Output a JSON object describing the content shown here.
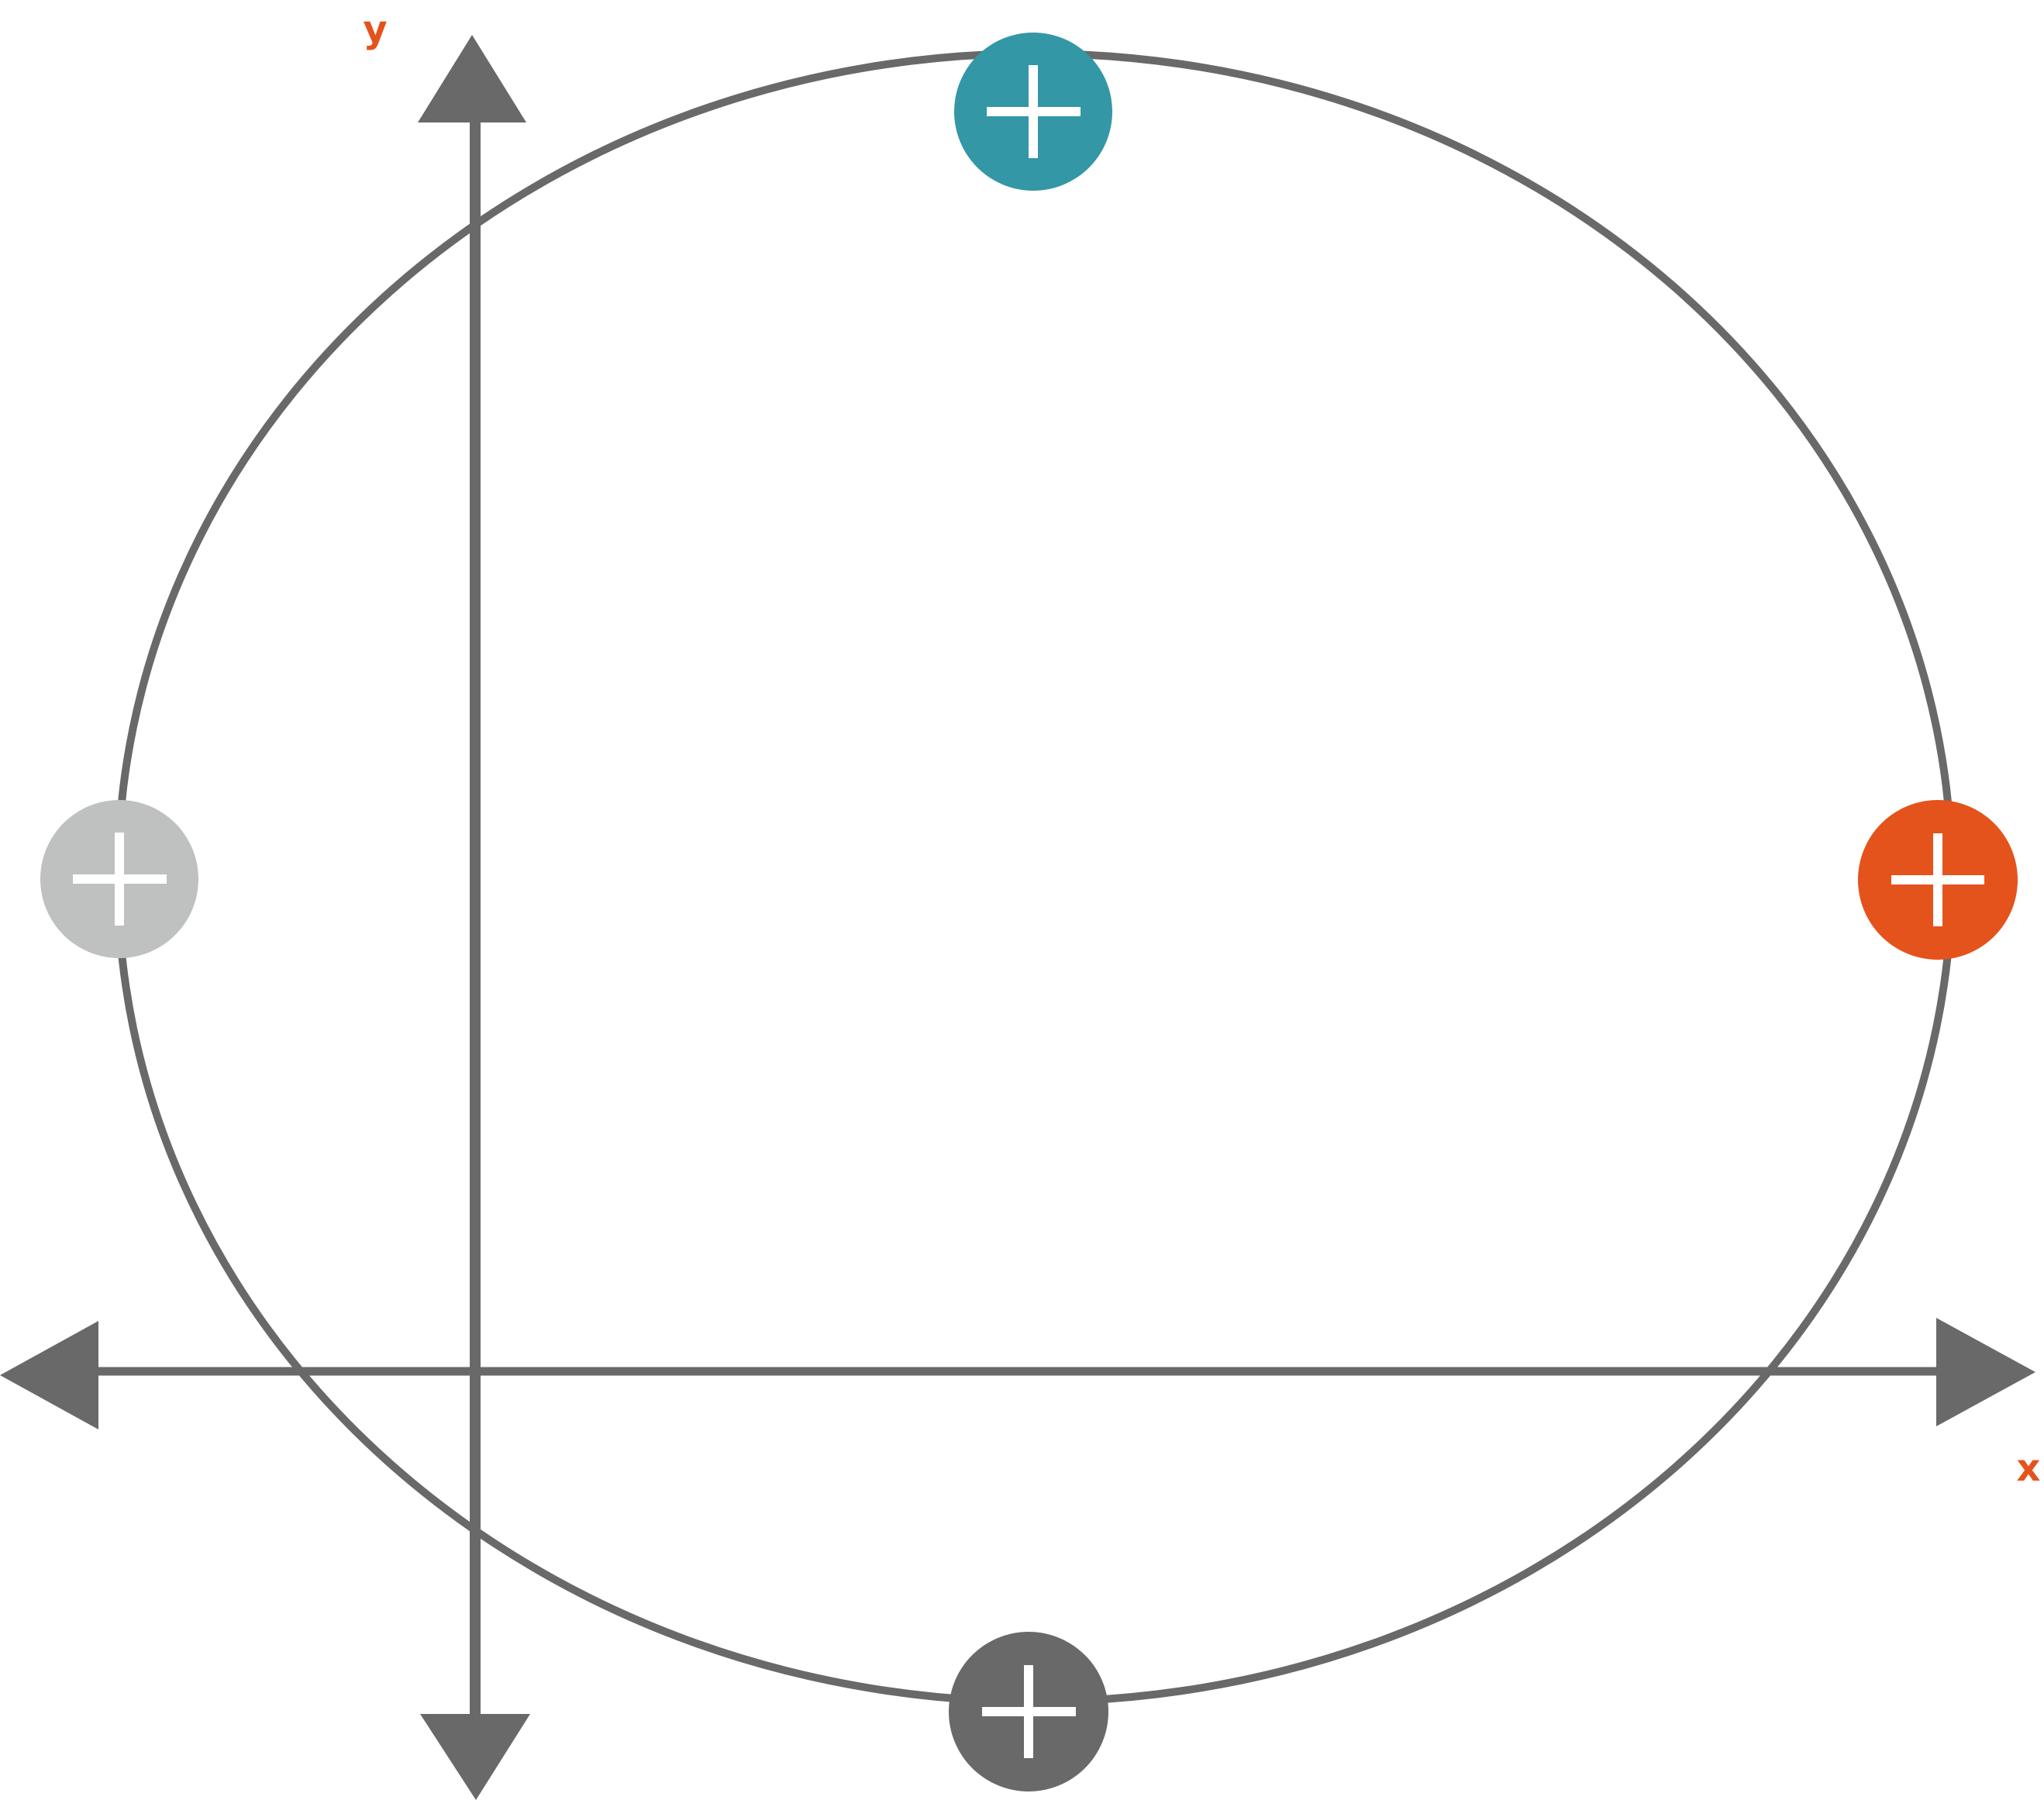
{
  "axes": {
    "x_label": "x",
    "y_label": "y",
    "label_color": "#e4531b",
    "line_color": "#696969"
  },
  "ellipse": {
    "stroke_color": "#696969"
  },
  "markers": [
    {
      "id": "top",
      "icon": "plus-icon",
      "color": "#3397a5"
    },
    {
      "id": "left",
      "icon": "plus-icon",
      "color": "#bfc1c0"
    },
    {
      "id": "right",
      "icon": "plus-icon",
      "color": "#e4531b"
    },
    {
      "id": "bottom",
      "icon": "plus-icon",
      "color": "#696969"
    }
  ]
}
